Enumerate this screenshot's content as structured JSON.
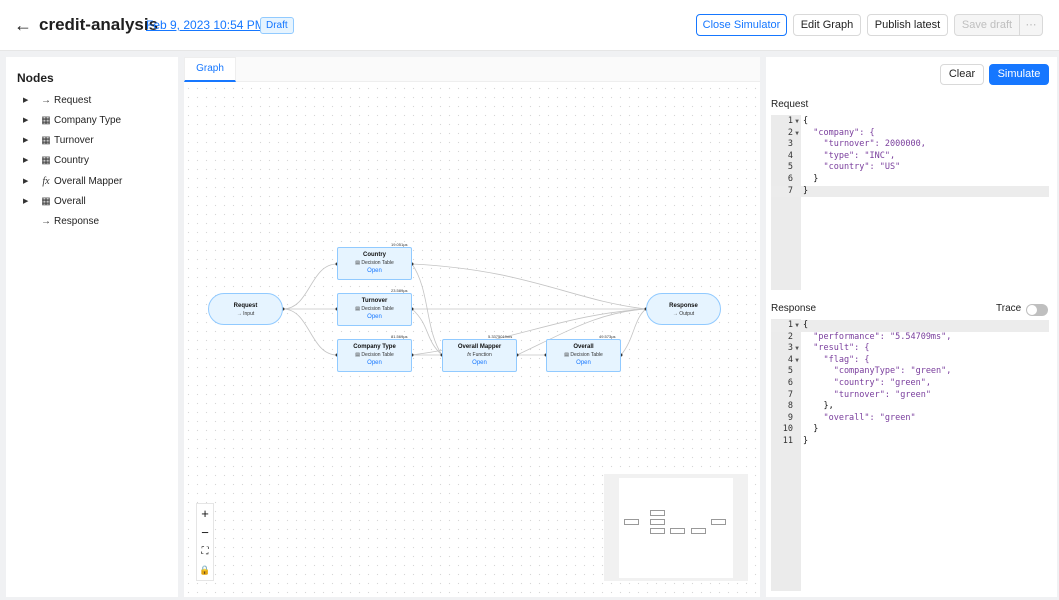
{
  "header": {
    "title": "credit-analysis",
    "date": "Feb 9, 2023 10:54 PM",
    "status": "Draft",
    "buttons": {
      "close_simulator": "Close Simulator",
      "edit_graph": "Edit Graph",
      "publish_latest": "Publish latest",
      "save_draft": "Save draft",
      "more": "⋯"
    }
  },
  "nodes_panel": {
    "title": "Nodes",
    "items": [
      {
        "label": "Request",
        "icon": "arrow-right-icon"
      },
      {
        "label": "Company Type",
        "icon": "table-icon"
      },
      {
        "label": "Turnover",
        "icon": "table-icon"
      },
      {
        "label": "Country",
        "icon": "table-icon"
      },
      {
        "label": "Overall Mapper",
        "icon": "function-icon"
      },
      {
        "label": "Overall",
        "icon": "table-icon"
      },
      {
        "label": "Response",
        "icon": "arrow-right-icon"
      }
    ]
  },
  "graph": {
    "tab": "Graph",
    "nodes": {
      "request": {
        "title": "Request",
        "sub": "Input"
      },
      "response": {
        "title": "Response",
        "sub": "Output"
      },
      "country": {
        "title": "Country",
        "sub": "Decision Table",
        "open": "Open",
        "timing": "19.051µs"
      },
      "turnover": {
        "title": "Turnover",
        "sub": "Decision Table",
        "open": "Open",
        "timing": "23.589µs"
      },
      "company_type": {
        "title": "Company Type",
        "sub": "Decision Table",
        "open": "Open",
        "timing": "81.569µs"
      },
      "overall_mapper": {
        "title": "Overall Mapper",
        "sub": "Function",
        "open": "Open",
        "timing": "5.3375019ms"
      },
      "overall": {
        "title": "Overall",
        "sub": "Decision Table",
        "open": "Open",
        "timing": "49.573µs"
      }
    },
    "zoom_controls": {
      "zoom_in": "+",
      "zoom_out": "−",
      "fit": "⛶",
      "lock": "🔒"
    }
  },
  "simulator": {
    "clear": "Clear",
    "simulate": "Simulate",
    "request_label": "Request",
    "response_label": "Response",
    "trace_label": "Trace",
    "request_lines": [
      "{",
      "  \"company\": {",
      "    \"turnover\": 2000000,",
      "    \"type\": \"INC\",",
      "    \"country\": \"US\"",
      "  }",
      "}"
    ],
    "response_lines": [
      "{",
      "  \"performance\": \"5.54709ms\",",
      "  \"result\": {",
      "    \"flag\": {",
      "      \"companyType\": \"green\",",
      "      \"country\": \"green\",",
      "      \"turnover\": \"green\"",
      "    },",
      "    \"overall\": \"green\"",
      "  }",
      "}"
    ]
  }
}
